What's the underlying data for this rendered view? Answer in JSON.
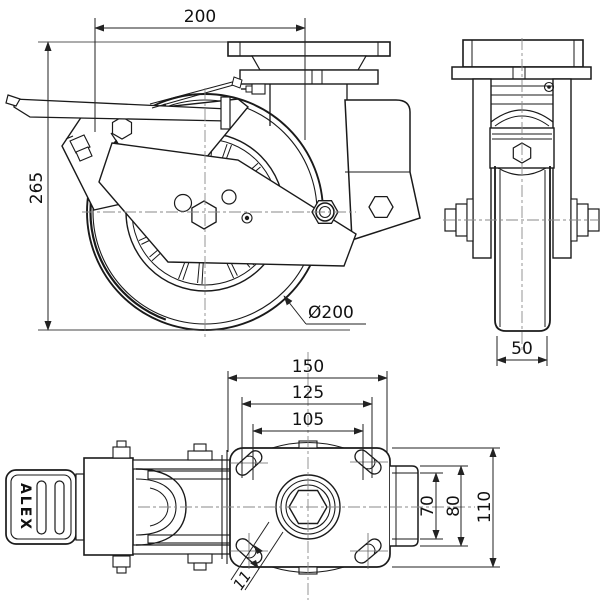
{
  "drawing": {
    "title": "swivel-caster-with-brake-technical-drawing",
    "colors": {
      "geometry_line": "#1a1a1a",
      "dimension_line": "#222222",
      "centerline": "#8a8a8a",
      "background": "#ffffff"
    }
  },
  "side_view": {
    "top_length": "200",
    "overall_height": "265",
    "wheel_diameter": "Ø200"
  },
  "front_view": {
    "wheel_width": "50"
  },
  "bottom_view": {
    "brand": "ALEX",
    "plate_length": "150",
    "bolt_spacing_outer": "125",
    "bolt_spacing_inner": "105",
    "slot_width": "11",
    "inner_height": "70",
    "outer_height": "80",
    "plate_width": "110"
  }
}
